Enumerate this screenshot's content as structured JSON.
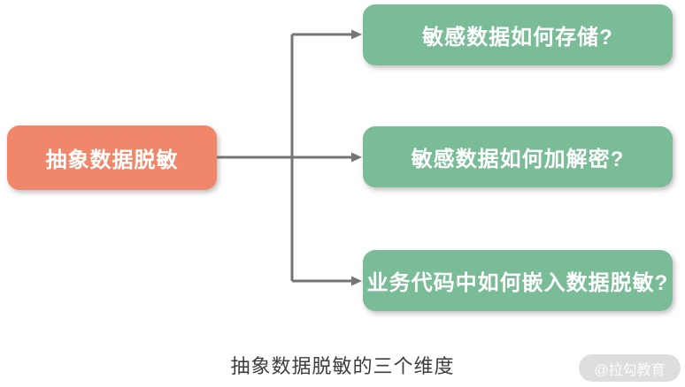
{
  "diagram": {
    "root": {
      "label": "抽象数据脱敏"
    },
    "branches": [
      {
        "label": "敏感数据如何存储?"
      },
      {
        "label": "敏感数据如何加解密?"
      },
      {
        "label": "业务代码中如何嵌入数据脱敏?"
      }
    ],
    "caption": "抽象数据脱敏的三个维度",
    "watermark": "@拉勾教育",
    "colors": {
      "root_fill": "#f0876a",
      "branch_fill": "#7abc97",
      "connector": "#757575",
      "node_text": "#ffffff",
      "caption_text": "#3d3d3d",
      "watermark_bg": "#dedede",
      "watermark_text": "#fbfbfb"
    }
  }
}
